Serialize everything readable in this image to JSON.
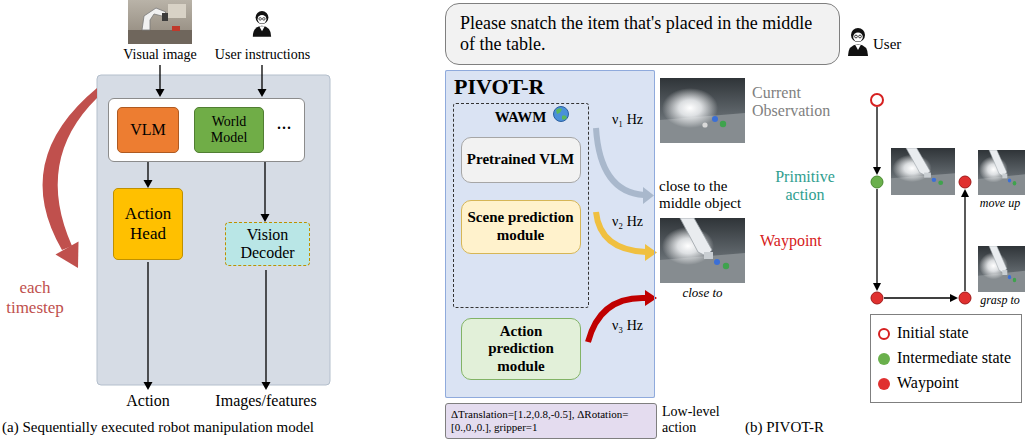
{
  "diagram": {
    "nodes": [
      {
        "text": [
          "..."
        ]
      },
      {
        "text": [
          "VLM"
        ],
        "in": 0
      },
      {
        "text": [
          "World Model"
        ],
        "in": 0
      },
      {
        "text": [
          "Action Head"
        ]
      },
      {
        "text": [
          "Vision Decoder"
        ]
      },
      {
        "text": [
          "Please snatch the item that's placed in the middle of the table."
        ]
      },
      {
        "text": [
          "PIVOT-R"
        ]
      },
      {
        "text": [
          "WAWM"
        ],
        "in": 6
      },
      {
        "text": [
          "Pretrained VLM"
        ],
        "in": 7
      },
      {
        "text": [
          "Scene prediction module"
        ],
        "in": 7
      },
      {
        "text": [
          "Action prediction module"
        ],
        "in": 6
      },
      {
        "text": [
          "ΔTranslation=[1.2,0.8,-0.5], ΔRotation=[0.,0.,0.], gripper=1"
        ]
      }
    ],
    "edges": [
      {
        "from": 0,
        "to": 3,
        "arrow": "to"
      },
      {
        "from": 0,
        "to": 4,
        "arrow": "to"
      }
    ],
    "labels": [
      "Visual image",
      "User instructions",
      "Action",
      "Images/features",
      "each timestep",
      "(a) Sequentially executed robot manipulation model",
      "User",
      "ν₁ Hz",
      "close to the middle object",
      "ν₂ Hz",
      "ν₃ Hz",
      "close to",
      "Current Observation",
      "Primitive action",
      "Waypoint",
      "move up",
      "grasp to",
      "Low-level action",
      "(b) PIVOT-R"
    ],
    "legend": [
      {
        "text": "Initial state"
      },
      {
        "text": "Intermediate state",
        "color": "#6ab04c"
      },
      {
        "text": "Waypoint",
        "color": "#e0302f"
      }
    ]
  }
}
